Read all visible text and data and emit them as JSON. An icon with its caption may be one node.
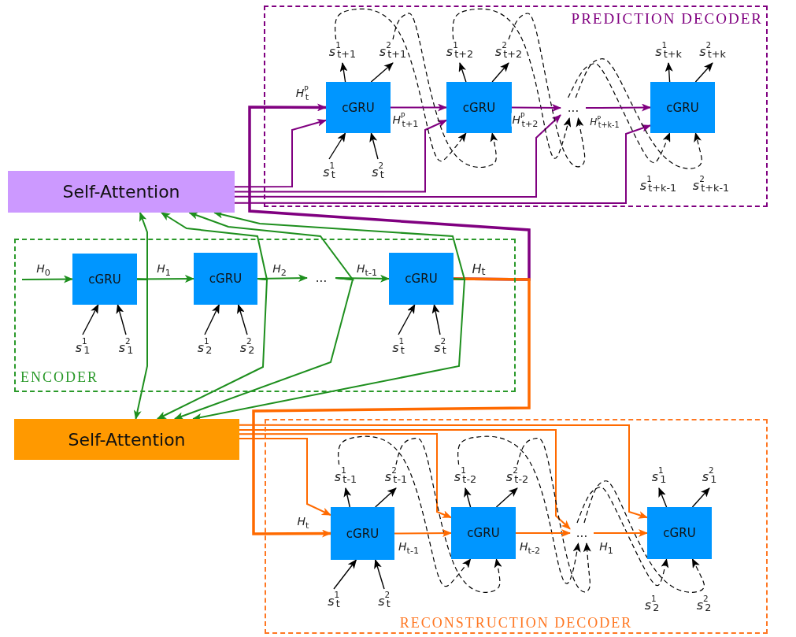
{
  "diagram": {
    "nodes": [
      {
        "text": [
          "PREDICTION DECODER"
        ]
      },
      {
        "text": [
          "cGRU"
        ],
        "in": 0
      },
      {
        "text": [
          "cGRU"
        ],
        "in": 0
      },
      {
        "text": [
          "..."
        ],
        "in": 0
      },
      {
        "text": [
          "cGRU"
        ],
        "in": 0
      },
      {
        "text": [
          "*s*$^{1}$$_{t+1}$"
        ],
        "in": 0
      },
      {
        "text": [
          "*s*$^{2}$$_{t+1}$"
        ],
        "in": 0
      },
      {
        "text": [
          "*s*$^{1}$$_{t}$"
        ],
        "in": 0
      },
      {
        "text": [
          "*s*$^{2}$$_{t}$"
        ],
        "in": 0
      },
      {
        "text": [
          "*s*$^{1}$$_{t+2}$"
        ],
        "in": 0
      },
      {
        "text": [
          "*s*$^{2}$$_{t+2}$"
        ],
        "in": 0
      },
      {
        "text": [
          "*s*$^{1}$$_{t+k}$"
        ],
        "in": 0
      },
      {
        "text": [
          "*s*$^{2}$$_{t+k}$"
        ],
        "in": 0
      },
      {
        "text": [
          "Self-Attention"
        ]
      },
      {
        "text": [
          "ENCODER"
        ]
      },
      {
        "text": [
          "cGRU"
        ],
        "in": 14
      },
      {
        "text": [
          "cGRU"
        ],
        "in": 14
      },
      {
        "text": [
          "..."
        ],
        "in": 14
      },
      {
        "text": [
          "cGRU"
        ],
        "in": 14
      },
      {
        "text": [
          "*s*$^{1}$$_{1}$"
        ],
        "in": 14
      },
      {
        "text": [
          "*s*$^{2}$$_{1}$"
        ],
        "in": 14
      },
      {
        "text": [
          "*s*$^{1}$$_{2}$"
        ],
        "in": 14
      },
      {
        "text": [
          "*s*$^{2}$$_{2}$"
        ],
        "in": 14
      },
      {
        "text": [
          "*s*$^{1}$$_{t}$"
        ],
        "in": 14
      },
      {
        "text": [
          "*s*$^{2}$$_{t}$"
        ],
        "in": 14
      },
      {
        "text": [
          "Self-Attention"
        ]
      },
      {
        "text": [
          "RECONSTRUCTION DECODER"
        ]
      },
      {
        "text": [
          "cGRU"
        ],
        "in": 26
      },
      {
        "text": [
          "cGRU"
        ],
        "in": 26
      },
      {
        "text": [
          "..."
        ],
        "in": 26
      },
      {
        "text": [
          "cGRU"
        ],
        "in": 26
      },
      {
        "text": [
          "*s*$^{1}$$_{t-1}$"
        ],
        "in": 26
      },
      {
        "text": [
          "*s*$^{2}$$_{t-1}$"
        ],
        "in": 26
      },
      {
        "text": [
          "*s*$^{1}$$_{t}$"
        ],
        "in": 26
      },
      {
        "text": [
          "*s*$^{2}$$_{t}$"
        ],
        "in": 26
      },
      {
        "text": [
          "*s*$^{1}$$_{t-2}$"
        ],
        "in": 26
      },
      {
        "text": [
          "*s*$^{2}$$_{t-2}$"
        ],
        "in": 26
      },
      {
        "text": [
          "*s*$^{1}$$_{1}$"
        ],
        "in": 26
      },
      {
        "text": [
          "*s*$^{2}$$_{1}$"
        ],
        "in": 26
      }
    ],
    "edges": [
      {
        "from": null,
        "to": 15,
        "arrow": "to",
        "label": "*H*$_{0}$",
        "color": "#1e8f1e"
      },
      {
        "from": 15,
        "to": 16,
        "arrow": "to",
        "label": "*H*$_{1}$",
        "color": "#1e8f1e"
      },
      {
        "from": 16,
        "to": 17,
        "arrow": "to",
        "label": "*H*$_{2}$",
        "color": "#1e8f1e"
      },
      {
        "from": 17,
        "to": 18,
        "arrow": "to",
        "label": "*H*$_{t-1}$",
        "color": "#1e8f1e"
      },
      {
        "from": 18,
        "to": 1,
        "arrow": "to",
        "label": "*H*$^{P}$$_{t}$",
        "style": "thick",
        "color": "#800080"
      },
      {
        "from": 18,
        "to": 27,
        "arrow": "to",
        "label": "*H*$_{t}$",
        "style": "thick",
        "color": "#ff6a00"
      },
      {
        "from": 15,
        "to": 13,
        "arrow": "to",
        "color": "#1e8f1e"
      },
      {
        "from": 15,
        "to": 25,
        "arrow": "to",
        "color": "#1e8f1e"
      },
      {
        "from": 16,
        "to": 13,
        "arrow": "to",
        "color": "#1e8f1e"
      },
      {
        "from": 16,
        "to": 25,
        "arrow": "to",
        "color": "#1e8f1e"
      },
      {
        "from": 17,
        "to": 13,
        "arrow": "to",
        "color": "#1e8f1e"
      },
      {
        "from": 17,
        "to": 25,
        "arrow": "to",
        "color": "#1e8f1e"
      },
      {
        "from": 18,
        "to": 13,
        "arrow": "to",
        "color": "#1e8f1e"
      },
      {
        "from": 18,
        "to": 25,
        "arrow": "to",
        "color": "#1e8f1e"
      },
      {
        "from": 13,
        "to": 1,
        "arrow": "to",
        "color": "#800080"
      },
      {
        "from": 13,
        "to": 2,
        "arrow": "to",
        "color": "#800080"
      },
      {
        "from": 13,
        "to": 3,
        "arrow": "to",
        "color": "#800080"
      },
      {
        "from": 13,
        "to": 4,
        "arrow": "to",
        "color": "#800080"
      },
      {
        "from": 25,
        "to": 27,
        "arrow": "to",
        "color": "#ff6a00"
      },
      {
        "from": 25,
        "to": 28,
        "arrow": "to",
        "color": "#ff6a00"
      },
      {
        "from": 25,
        "to": 29,
        "arrow": "to",
        "color": "#ff6a00"
      },
      {
        "from": 25,
        "to": 30,
        "arrow": "to",
        "color": "#ff6a00"
      },
      {
        "from": 1,
        "to": 5,
        "arrow": "to"
      },
      {
        "from": 1,
        "to": 6,
        "arrow": "to"
      },
      {
        "from": 7,
        "to": 1,
        "arrow": "to"
      },
      {
        "from": 8,
        "to": 1,
        "arrow": "to"
      },
      {
        "from": 2,
        "to": 9,
        "arrow": "to"
      },
      {
        "from": 2,
        "to": 10,
        "arrow": "to"
      },
      {
        "from": 4,
        "to": 11,
        "arrow": "to"
      },
      {
        "from": 4,
        "to": 12,
        "arrow": "to"
      },
      {
        "from": 5,
        "to": 2,
        "arrow": "to",
        "style": "dashed"
      },
      {
        "from": 6,
        "to": 2,
        "arrow": "to",
        "style": "dashed"
      },
      {
        "from": 9,
        "to": 3,
        "arrow": "to",
        "style": "dashed"
      },
      {
        "from": 10,
        "to": 3,
        "arrow": "to",
        "style": "dashed"
      },
      {
        "from": 3,
        "to": 4,
        "arrow": "to",
        "style": "dashed"
      },
      {
        "from": 3,
        "to": 4,
        "arrow": "to",
        "style": "dashed"
      },
      {
        "from": 19,
        "to": 15,
        "arrow": "to"
      },
      {
        "from": 20,
        "to": 15,
        "arrow": "to"
      },
      {
        "from": 21,
        "to": 16,
        "arrow": "to"
      },
      {
        "from": 22,
        "to": 16,
        "arrow": "to"
      },
      {
        "from": 23,
        "to": 18,
        "arrow": "to"
      },
      {
        "from": 24,
        "to": 18,
        "arrow": "to"
      },
      {
        "from": 27,
        "to": 31,
        "arrow": "to"
      },
      {
        "from": 27,
        "to": 32,
        "arrow": "to"
      },
      {
        "from": 33,
        "to": 27,
        "arrow": "to"
      },
      {
        "from": 34,
        "to": 27,
        "arrow": "to"
      },
      {
        "from": 28,
        "to": 35,
        "arrow": "to"
      },
      {
        "from": 28,
        "to": 36,
        "arrow": "to"
      },
      {
        "from": 30,
        "to": 37,
        "arrow": "to"
      },
      {
        "from": 30,
        "to": 38,
        "arrow": "to"
      },
      {
        "from": 31,
        "to": 28,
        "arrow": "to",
        "style": "dashed"
      },
      {
        "from": 32,
        "to": 28,
        "arrow": "to",
        "style": "dashed"
      },
      {
        "from": 35,
        "to": 29,
        "arrow": "to",
        "style": "dashed"
      },
      {
        "from": 36,
        "to": 29,
        "arrow": "to",
        "style": "dashed"
      },
      {
        "from": 29,
        "to": 30,
        "arrow": "to",
        "style": "dashed"
      },
      {
        "from": 29,
        "to": 30,
        "arrow": "to",
        "style": "dashed"
      },
      {
        "from": 1,
        "to": 2,
        "arrow": "to",
        "label": "*H*$^{P}$$_{t+1}$",
        "color": "#800080"
      },
      {
        "from": 2,
        "to": 3,
        "arrow": "to",
        "label": "*H*$^{P}$$_{t+2}$",
        "color": "#800080"
      },
      {
        "from": 3,
        "to": 4,
        "arrow": "to",
        "label": "*H*$^{P}$$_{t+k-1}$",
        "color": "#800080"
      },
      {
        "from": 27,
        "to": 28,
        "arrow": "to",
        "label": "*H*$_{t-1}$",
        "color": "#ff6a00"
      },
      {
        "from": 28,
        "to": 29,
        "arrow": "to",
        "label": "*H*$_{t-2}$",
        "color": "#ff6a00"
      },
      {
        "from": 29,
        "to": 30,
        "arrow": "to",
        "label": "*H*$_{1}$",
        "color": "#ff6a00"
      }
    ],
    "labels": [
      "*s*$^{1}$$_{t+k-1}$",
      "*s*$^{2}$$_{t+k-1}$",
      "*H*$_{t}$",
      "*s*$^{1}$$_{2}$",
      "*s*$^{2}$$_{2}$"
    ]
  }
}
